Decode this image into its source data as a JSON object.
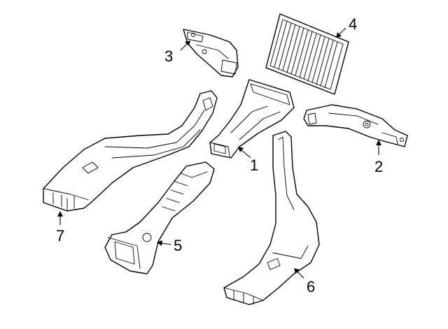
{
  "colors": {
    "line": "#000000",
    "background": "#ffffff"
  },
  "callouts": [
    {
      "id": "1",
      "label": "1",
      "part": "center-duct"
    },
    {
      "id": "2",
      "label": "2",
      "part": "right-duct"
    },
    {
      "id": "3",
      "label": "3",
      "part": "upper-left-duct"
    },
    {
      "id": "4",
      "label": "4",
      "part": "cabin-air-filter"
    },
    {
      "id": "5",
      "label": "5",
      "part": "rear-floor-duct-left"
    },
    {
      "id": "6",
      "label": "6",
      "part": "rear-floor-duct-right"
    },
    {
      "id": "7",
      "label": "7",
      "part": "front-floor-duct-left"
    }
  ]
}
